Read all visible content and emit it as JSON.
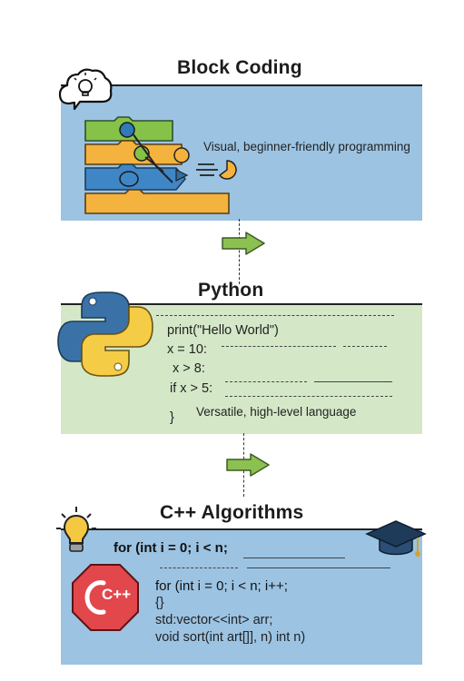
{
  "header": {
    "faint_text": ""
  },
  "sections": [
    {
      "title": "Block Coding",
      "caption": "Visual, beginner-friendly programming"
    },
    {
      "title": "Python",
      "code_lines": [
        "print(\"Hello World\")",
        "x = 10:",
        "x > 8:",
        "if x > 5:",
        "}"
      ],
      "caption": "Versatile, high-level language"
    },
    {
      "title": "C++ Algorithms",
      "top_line": "for (int i = 0; i < n;",
      "code_lines": [
        "for (int i = 0; i < n; i++;",
        "{}",
        "std:vector<<int> arr;",
        "void sort(int art[]], n) int n)"
      ],
      "logo_text": "C++"
    }
  ],
  "colors": {
    "blue_panel": "#9cc3e2",
    "green_panel": "#d4e8c8",
    "arrow_green": "#8cc152",
    "block_green": "#86c24a",
    "block_orange": "#f4b23e",
    "block_blue": "#3f86c6",
    "cpp_red": "#e2474b",
    "python_blue": "#3a72a8",
    "python_yellow": "#f5cc45"
  },
  "icons": [
    "cloud-lightbulb-icon",
    "blocks-icon",
    "python-logo-icon",
    "lightbulb-icon",
    "graduation-cap-icon",
    "cpp-logo-icon",
    "arrow-right-icon"
  ]
}
